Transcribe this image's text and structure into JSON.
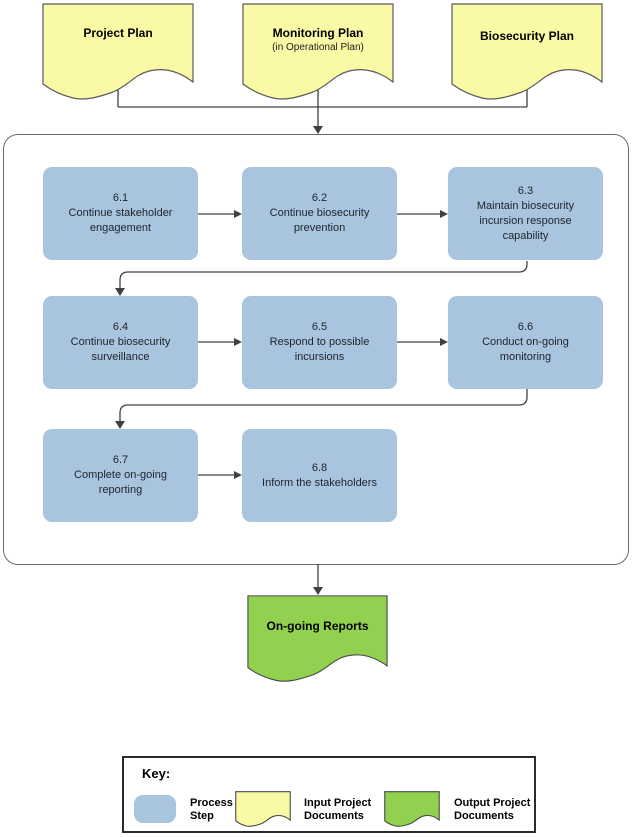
{
  "diagram": {
    "input_documents": [
      {
        "title": "Project Plan",
        "subtitle": ""
      },
      {
        "title": "Monitoring Plan",
        "subtitle": "(in Operational Plan)"
      },
      {
        "title": "Biosecurity Plan",
        "subtitle": ""
      }
    ],
    "process_steps": [
      {
        "number": "6.1",
        "label": "Continue stakeholder engagement"
      },
      {
        "number": "6.2",
        "label": "Continue biosecurity prevention"
      },
      {
        "number": "6.3",
        "label": "Maintain biosecurity incursion response capability"
      },
      {
        "number": "6.4",
        "label": "Continue biosecurity surveillance"
      },
      {
        "number": "6.5",
        "label": "Respond to possible incursions"
      },
      {
        "number": "6.6",
        "label": "Conduct on-going monitoring"
      },
      {
        "number": "6.7",
        "label": "Complete on-going reporting"
      },
      {
        "number": "6.8",
        "label": "Inform the stakeholders"
      }
    ],
    "output_document": {
      "title": "On-going Reports"
    },
    "key": {
      "title": "Key:",
      "items": [
        {
          "shape": "process-step",
          "label": "Process Step"
        },
        {
          "shape": "input-document",
          "label": "Input Project Documents"
        },
        {
          "shape": "output-document",
          "label": "Output Project Documents"
        }
      ]
    },
    "colors": {
      "process_step_fill": "#A9C4DF",
      "input_document_fill": "#FAFAA6",
      "output_document_fill": "#92D050",
      "connector_line": "#404040",
      "shape_border": "#5a5a5a"
    }
  }
}
